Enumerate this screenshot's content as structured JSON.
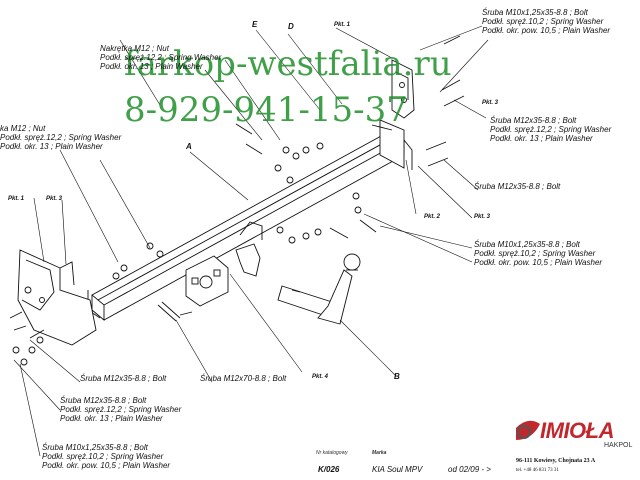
{
  "watermark": {
    "site": "farkop-westfalia.ru",
    "phone": "8-929-941-15-37"
  },
  "labels": {
    "nut_top": [
      "Nakrętka M12 ; Nut",
      "Podkł. spręż.12,2 ; Spring Washer",
      "Podkł. okr. 13 ; Plain Washer"
    ],
    "nut_left": [
      "ka M12 ; Nut",
      "Podkł. spręż.12,2 ; Spring Washer",
      "Podkł. okr. 13 ; Plain Washer"
    ],
    "bolt_top_right": [
      "Śruba M10x1,25x35-8.8 ;  Bolt",
      "Podkł. spręż.10,2 ; Spring Washer",
      "Podkł. okr. pow. 10,5 ; Plain Washer"
    ],
    "bolt_right_1": [
      "Śruba M12x35-8.8 ;  Bolt",
      "Podkł. spręż.12,2 ; Spring Washer",
      "Podkł. okr. 13 ; Plain Washer"
    ],
    "bolt_right_2": "Śruba M12x35-8.8 ;  Bolt",
    "bolt_right_3": [
      "Śruba M10x1,25x35-8.8 ;  Bolt",
      "Podkł. spręż.10,2 ; Spring Washer",
      "Podkł. okr. pow. 10,5 ; Plain Washer"
    ],
    "bolt_bottom_1": "Śruba M12x35-8.8 ;  Bolt",
    "bolt_bottom_2": "Śruba M12x70-8.8 ;  Bolt",
    "bolt_bottom_3": [
      "Śruba M12x35-8.8 ;  Bolt",
      "Podkł. spręż.12,2 ; Spring Washer",
      "Podkł. okr. 13 ; Plain Washer"
    ],
    "bolt_bottom_4": [
      "Śruba M10x1,25x35-8.8 ;  Bolt",
      "Podkł. spręż.10,2 ; Spring Washer",
      "Podkł. okr. pow. 10,5 ; Plain Washer"
    ]
  },
  "letters": {
    "a": "A",
    "b": "B",
    "d": "D",
    "e": "E"
  },
  "pkt": {
    "p1_top": "Pkt. 1",
    "p1_left": "Pkt. 1",
    "p3_left": "Pkt. 3",
    "p2": "Pkt. 2",
    "p3_right": "Pkt. 3",
    "p3_top": "Pkt. 3",
    "p4": "Pkt. 4"
  },
  "footer": {
    "catalog_label": "Nr katalogowy",
    "catalog_value": "K/026",
    "brand_label": "Marka",
    "model": "KIA Soul MPV",
    "date": "od  02/09 - >",
    "company_logo": "IMIOŁA",
    "company_sub": "HAKPOL",
    "address": "96-111 Kowiesy, Chojnata 23 A",
    "phone": "tel. +48 46 831 73 31"
  },
  "colors": {
    "watermark": "#1f8f2a",
    "logo_red": "#c0282d",
    "line": "#111111"
  }
}
